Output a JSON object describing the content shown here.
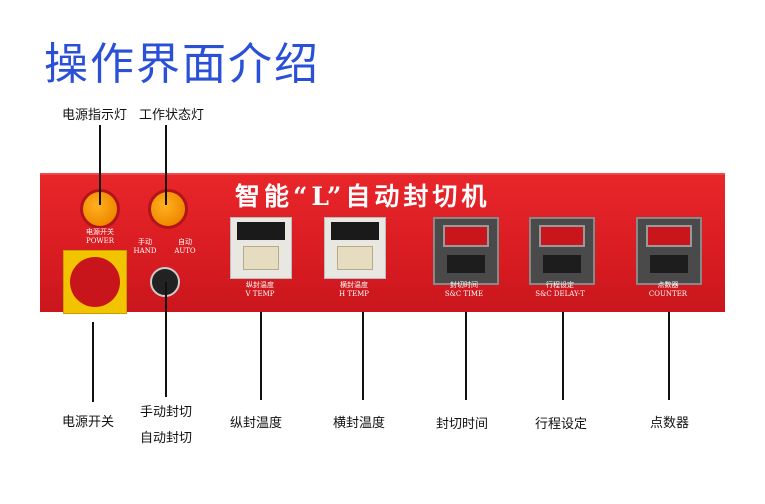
{
  "title": "操作界面介绍",
  "top_callouts": {
    "power_light": "电源指示灯",
    "work_light": "工作状态灯"
  },
  "panel": {
    "title": "智能“L”自动封切机",
    "power_label_cn": "电源开关",
    "power_label_en": "POWER",
    "hand_cn": "手动",
    "hand_en": "HAND",
    "auto_cn": "自动",
    "auto_en": "AUTO",
    "modules": [
      {
        "cn": "纵封温度",
        "en": "V  TEMP"
      },
      {
        "cn": "横封温度",
        "en": "H  TEMP"
      },
      {
        "cn": "封切时间",
        "en": "S&C TIME"
      },
      {
        "cn": "行程设定",
        "en": "S&C DELAY-T"
      },
      {
        "cn": "点数器",
        "en": "COUNTER"
      }
    ]
  },
  "bottom_callouts": {
    "power_switch": "电源开关",
    "manual": "手动封切",
    "auto": "自动封切",
    "v_temp": "纵封温度",
    "h_temp": "横封温度",
    "sc_time": "封切时间",
    "stroke": "行程设定",
    "counter": "点数器"
  }
}
